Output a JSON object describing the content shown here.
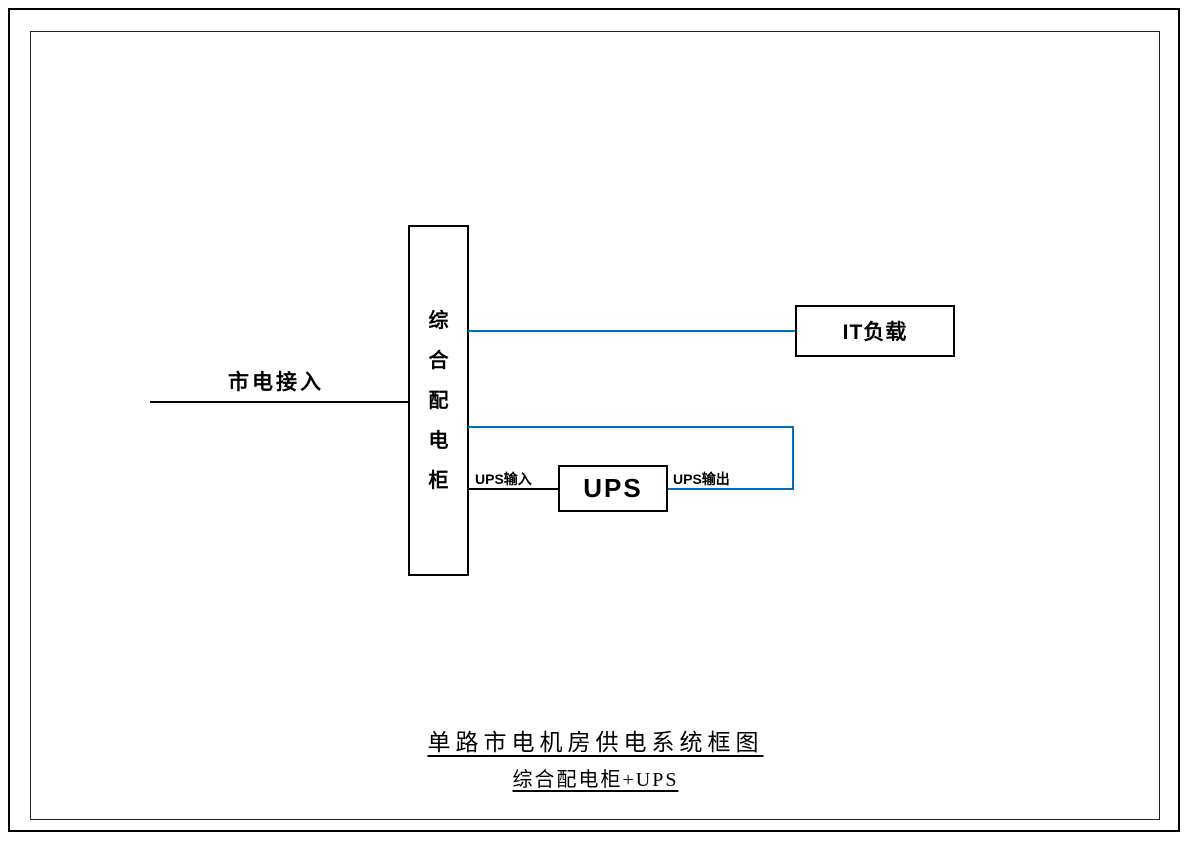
{
  "diagram": {
    "mains_label": "市电接入",
    "cabinet_label": "综合配电柜",
    "it_load_label": "IT负载",
    "ups_label": "UPS",
    "ups_input_label": "UPS输入",
    "ups_output_label": "UPS输出",
    "title": "单路市电机房供电系统框图",
    "subtitle": "综合配电柜+UPS",
    "colors": {
      "line_black": "#000000",
      "line_blue": "#0070C0"
    }
  }
}
